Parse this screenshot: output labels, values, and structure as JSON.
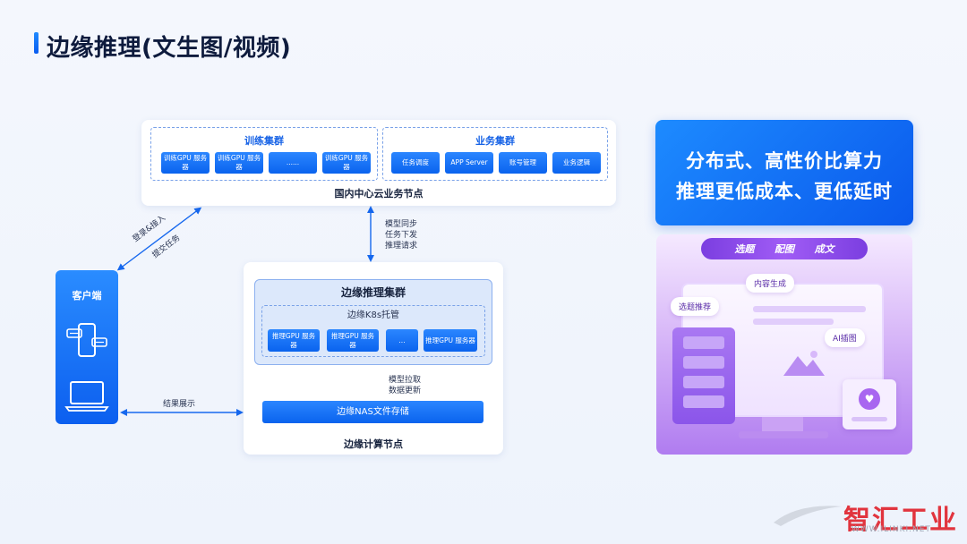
{
  "page_title": "边缘推理(文生图/视频)",
  "cloud": {
    "node_label": "国内中心云业务节点",
    "train_group": {
      "title": "训练集群",
      "chips": [
        "训练GPU 服务器",
        "训练GPU 服务器",
        "......",
        "训练GPU 服务器"
      ]
    },
    "biz_group": {
      "title": "业务集群",
      "chips": [
        "任务调度",
        "APP Server",
        "账号管理",
        "业务逻辑"
      ]
    }
  },
  "edge": {
    "node_label": "边缘计算节点",
    "cluster_title": "边缘推理集群",
    "k8s_title": "边缘K8s托管",
    "chips": [
      "推理GPU 服务器",
      "推理GPU 服务器",
      "...",
      "推理GPU 服务器"
    ],
    "nas": "边缘NAS文件存储"
  },
  "client": {
    "title": "客户端"
  },
  "arrows": {
    "login": "登录&接入",
    "submit": "提交任务",
    "sync": [
      "模型同步",
      "任务下发",
      "推理请求"
    ],
    "pull": [
      "模型拉取",
      "数据更新"
    ],
    "result": "结果展示"
  },
  "highlight": {
    "line1": "分布式、高性价比算力",
    "line2": "推理更低成本、更低延时"
  },
  "illustration": {
    "banner": [
      "选题",
      "配图",
      "成文"
    ],
    "bubble_content": "内容生成",
    "bubble_topic": "选题推荐",
    "bubble_ai": "AI插图"
  },
  "watermark": {
    "logo": "智汇工业",
    "url": "WWW.ILINKI.NET"
  },
  "colors": {
    "accent": "#0a63ee",
    "title": "#0e1b3d",
    "purple": "#b07cf0"
  }
}
